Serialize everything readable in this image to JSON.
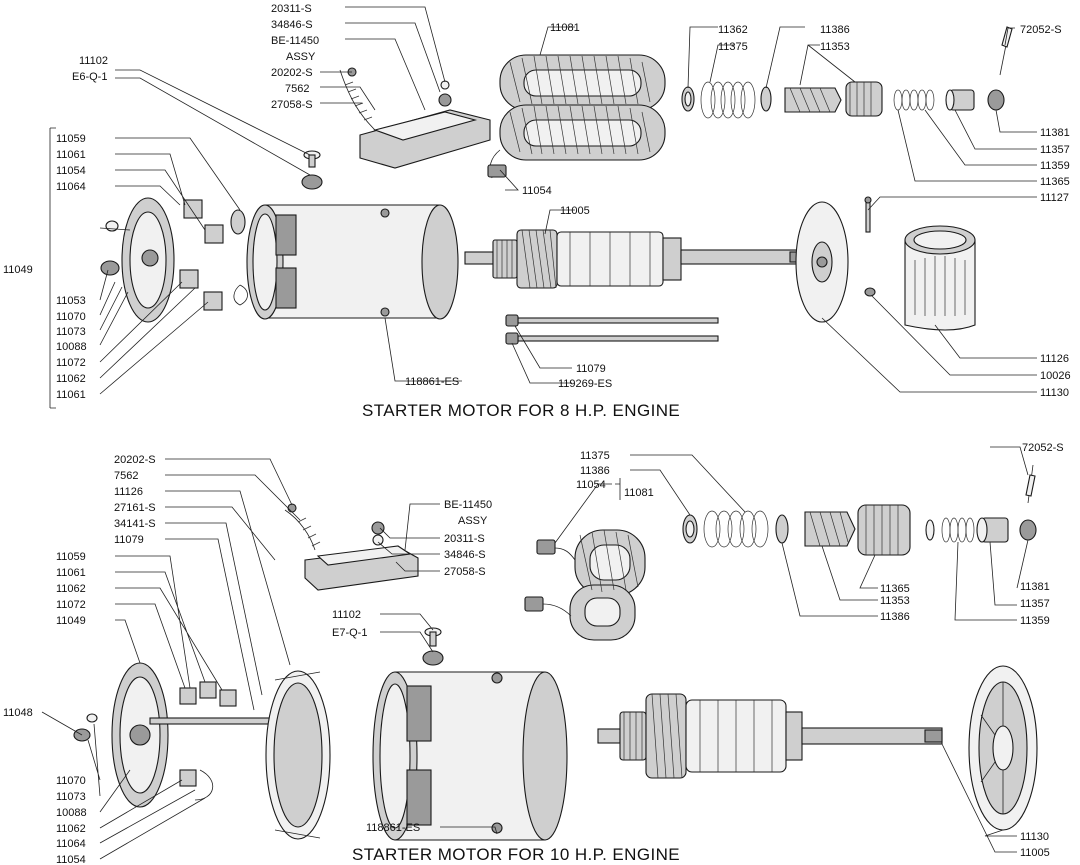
{
  "titles": {
    "top": "STARTER MOTOR FOR 8 H.P. ENGINE",
    "bottom": "STARTER MOTOR FOR 10 H.P. ENGINE"
  },
  "labels": {
    "top": {
      "l_20311s": "20311-S",
      "l_34846s": "34846-S",
      "l_be11450": "BE-11450",
      "l_assy": "ASSY",
      "l_20202s": "20202-S",
      "l_7562": "7562",
      "l_27058s": "27058-S",
      "l_11102": "11102",
      "l_e6q1": "E6-Q-1",
      "l_11081": "11081",
      "l_11362": "11362",
      "l_11375": "11375",
      "l_11386": "11386",
      "l_11353": "11353",
      "l_72052s": "72052-S",
      "l_11381": "11381",
      "l_11357": "11357",
      "l_11359": "11359",
      "l_11365": "11365",
      "l_11127": "11127",
      "l_11059": "11059",
      "l_11061a": "11061",
      "l_11054a": "11054",
      "l_11064": "11064",
      "l_11049": "11049",
      "l_11053": "11053",
      "l_11070": "11070",
      "l_11073": "11073",
      "l_10088": "10088",
      "l_11072": "11072",
      "l_11062": "11062",
      "l_11061b": "11061",
      "l_11054b": "11054",
      "l_11005": "11005",
      "l_118861es": "118861-ES",
      "l_11079": "11079",
      "l_119269es": "119269-ES",
      "l_11126": "11126",
      "l_10026": "10026",
      "l_11130": "11130"
    },
    "bottom": {
      "l_20202s": "20202-S",
      "l_7562": "7562",
      "l_11126": "11126",
      "l_27161s": "27161-S",
      "l_34141s": "34141-S",
      "l_11079": "11079",
      "l_be11450": "BE-11450",
      "l_assy": "ASSY",
      "l_20311s": "20311-S",
      "l_34846s": "34846-S",
      "l_27058s": "27058-S",
      "l_11059": "11059",
      "l_11061": "11061",
      "l_11062a": "11062",
      "l_11072": "11072",
      "l_11049": "11049",
      "l_11048": "11048",
      "l_11070": "11070",
      "l_11073": "11073",
      "l_10088": "10088",
      "l_11062b": "11062",
      "l_11064": "11064",
      "l_11054a": "11054",
      "l_11102": "11102",
      "l_e7q1": "E7-Q-1",
      "l_118861es": "118861-ES",
      "l_11375": "11375",
      "l_11386a": "11386",
      "l_11054b": "11054",
      "l_11081": "11081",
      "l_72052s": "72052-S",
      "l_11365": "11365",
      "l_11353": "11353",
      "l_11386b": "11386",
      "l_11381": "11381",
      "l_11357": "11357",
      "l_11359": "11359",
      "l_11130": "11130",
      "l_11005": "11005"
    }
  }
}
